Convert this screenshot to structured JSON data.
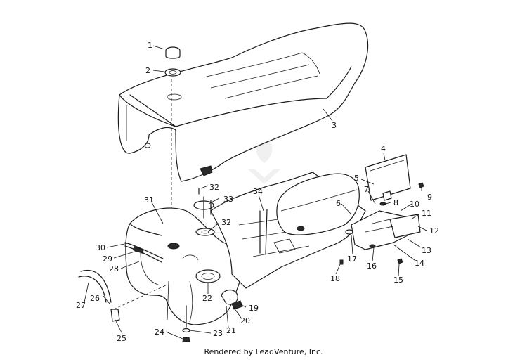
{
  "credit": "Rendered by LeadVenture, Inc.",
  "watermark": "LEADVENTURE",
  "callouts": [
    "1",
    "2",
    "3",
    "4",
    "5",
    "6",
    "7",
    "8",
    "9",
    "10",
    "11",
    "12",
    "13",
    "14",
    "15",
    "16",
    "17",
    "18",
    "19",
    "20",
    "21",
    "22",
    "23",
    "24",
    "25",
    "26",
    "27",
    "28",
    "29",
    "30",
    "31",
    "32",
    "32",
    "33",
    "34"
  ]
}
